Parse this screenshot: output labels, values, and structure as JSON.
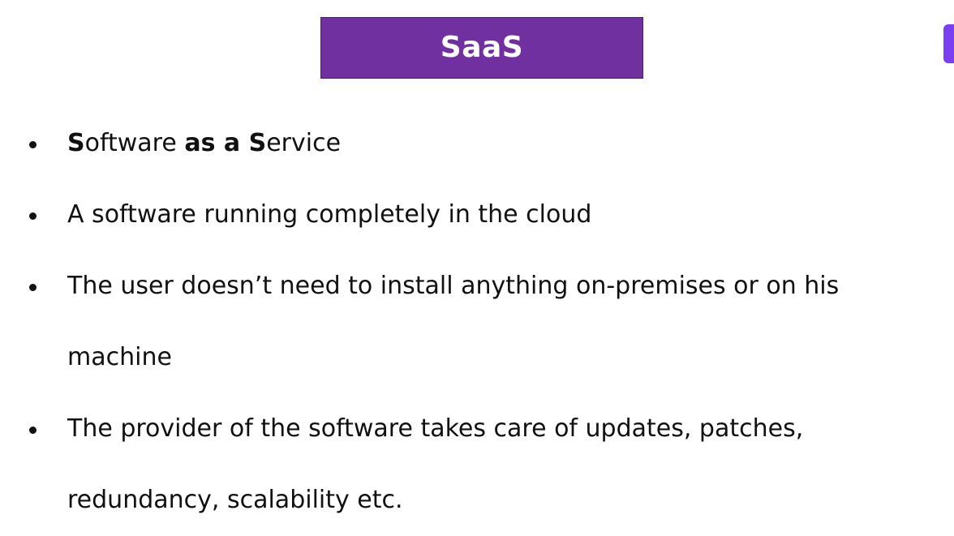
{
  "slide": {
    "title": "SaaS",
    "accent_color": "#7030a0",
    "edge_tab_color": "#7b3ff2",
    "bullets": [
      {
        "parts": [
          {
            "text": "S",
            "bold": true
          },
          {
            "text": "oftware ",
            "bold": false
          },
          {
            "text": "as a ",
            "bold": true
          },
          {
            "text": "S",
            "bold": true
          },
          {
            "text": "ervice",
            "bold": false
          }
        ]
      },
      {
        "text": "A software running completely in the cloud"
      },
      {
        "text": "The user doesn’t need to install anything on-premises or on his machine"
      },
      {
        "text": "The provider of the software takes care of updates, patches, redundancy, scalability etc."
      }
    ]
  }
}
